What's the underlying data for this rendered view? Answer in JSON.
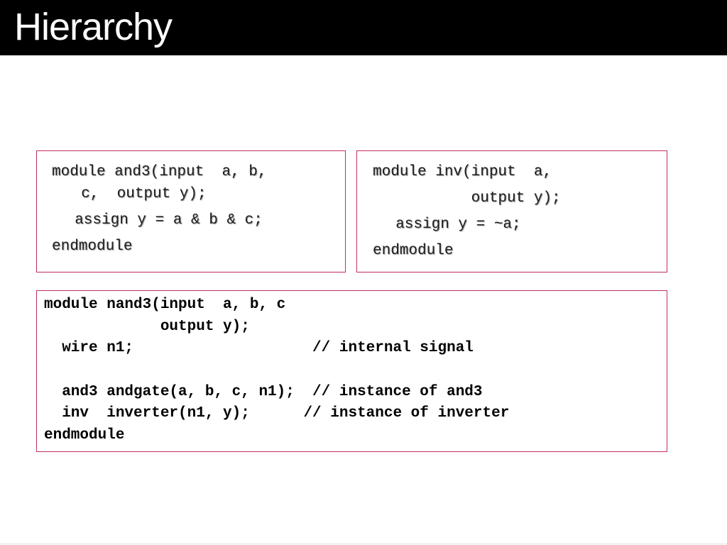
{
  "slide": {
    "title": "Hierarchy"
  },
  "and3_module": {
    "lines": [
      "module and3(input  a, b,",
      "  c,  output y);",
      "  assign y = a & b & c;",
      "endmodule"
    ]
  },
  "inv_module": {
    "lines": [
      "module inv(input  a,",
      "           output y);",
      "  assign y = ~a;",
      "endmodule"
    ]
  },
  "nand3_module": {
    "lines": [
      "module nand3(input  a, b, c",
      "             output y);",
      "  wire n1;                    // internal signal",
      "",
      "  and3 andgate(a, b, c, n1);  // instance of and3",
      "  inv  inverter(n1, y);      // instance of inverter",
      "endmodule"
    ]
  },
  "colors": {
    "title_bar": "#000000",
    "title_text": "#ffffff",
    "box_border": "#c0305a"
  }
}
